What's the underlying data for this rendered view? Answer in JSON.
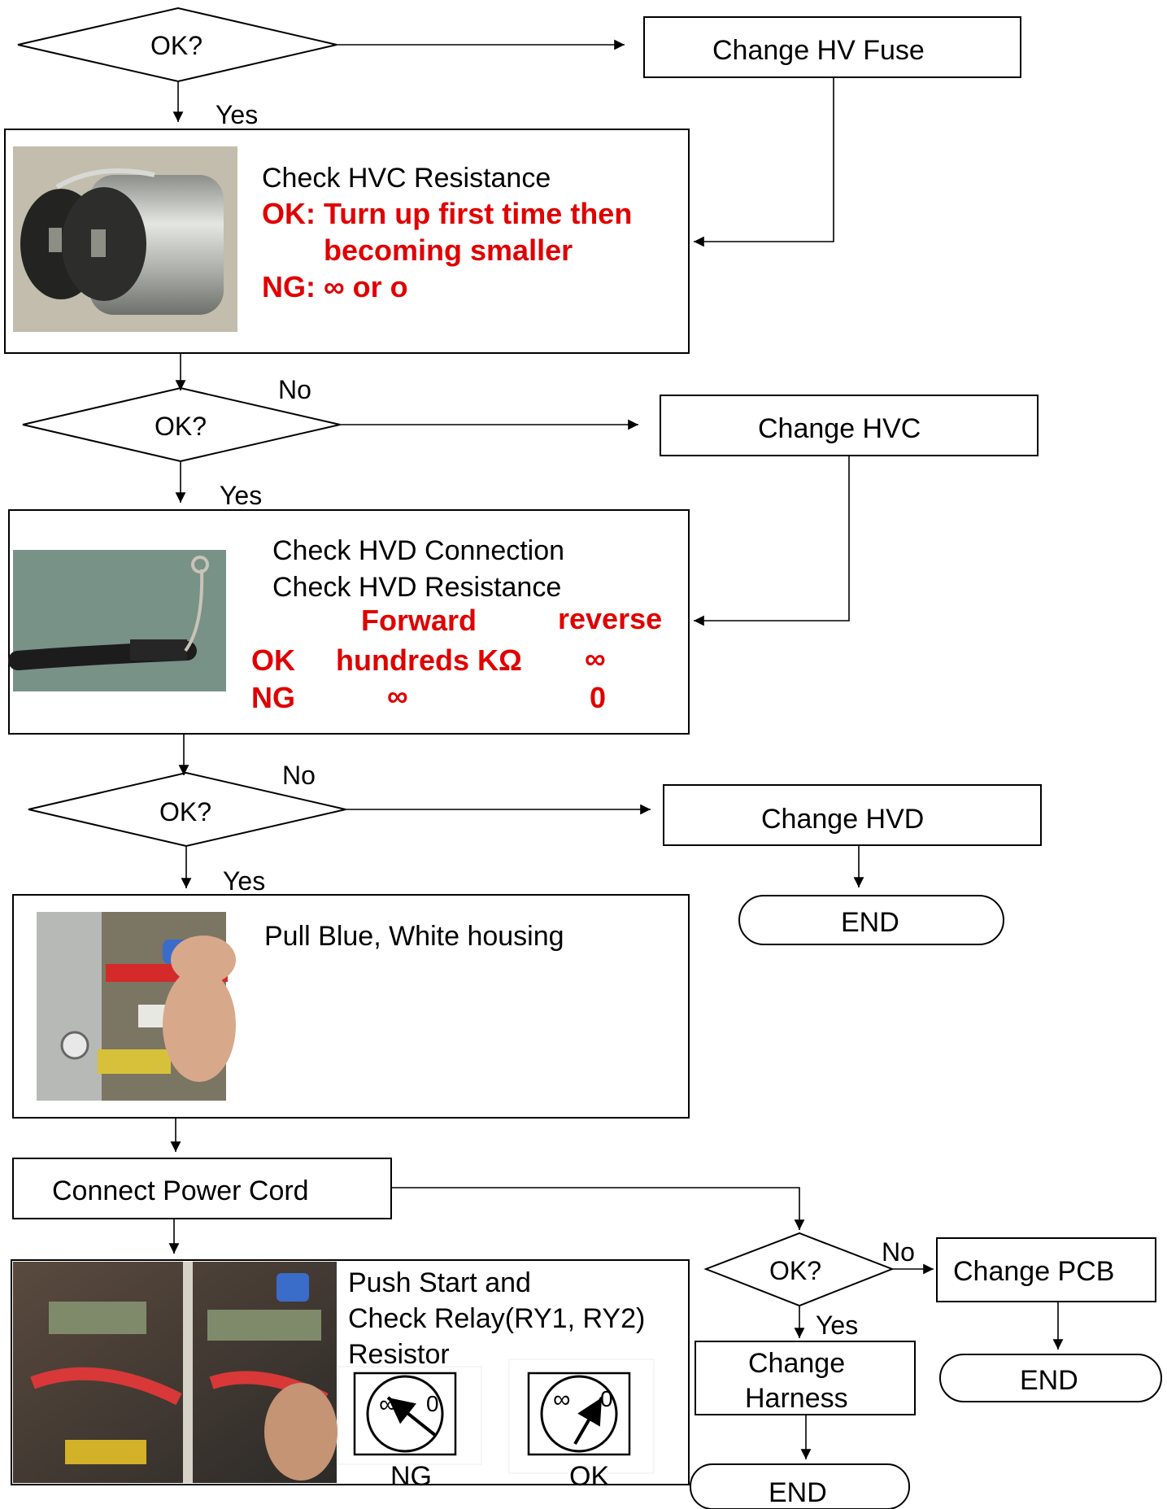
{
  "decisions": [
    {
      "label": "OK?",
      "yes": "Yes",
      "no": ""
    },
    {
      "label": "OK?",
      "yes": "Yes",
      "no": "No"
    },
    {
      "label": "OK?",
      "yes": "Yes",
      "no": "No"
    },
    {
      "label": "OK?",
      "yes": "Yes",
      "no": "No"
    }
  ],
  "actions": {
    "change_hv_fuse": "Change HV Fuse",
    "change_hvc": "Change HVC",
    "change_hvd": "Change HVD",
    "change_pcb": "Change PCB",
    "change_harness_1": "Change",
    "change_harness_2": "Harness",
    "end": "END"
  },
  "hvc_box": {
    "title": "Check HVC Resistance",
    "ok_line1": "OK: Turn up first time then",
    "ok_line2": "becoming smaller",
    "ng_line": "NG: ∞ or o",
    "photo_icon": "capacitor-photo"
  },
  "hvd_box": {
    "line1": "Check HVD Connection",
    "line2": "Check HVD Resistance",
    "col_forward": "Forward",
    "col_reverse": "reverse",
    "ok_label": "OK",
    "ok_forward": "hundreds KΩ",
    "ok_reverse": "∞",
    "ng_label": "NG",
    "ng_forward": "∞",
    "ng_reverse": "0",
    "photo_icon": "diode-photo"
  },
  "housing_box": {
    "text": "Pull Blue, White housing",
    "photo_icon": "housing-photo"
  },
  "power_cord": "Connect Power Cord",
  "relay_box": {
    "line1": "Push Start and",
    "line2": "Check Relay(RY1, RY2)",
    "line3": "Resistor",
    "ng_label": "NG",
    "ok_label": "OK",
    "meter_inf": "∞",
    "meter_zero": "0",
    "photo_icon": "relay-test-photo"
  }
}
